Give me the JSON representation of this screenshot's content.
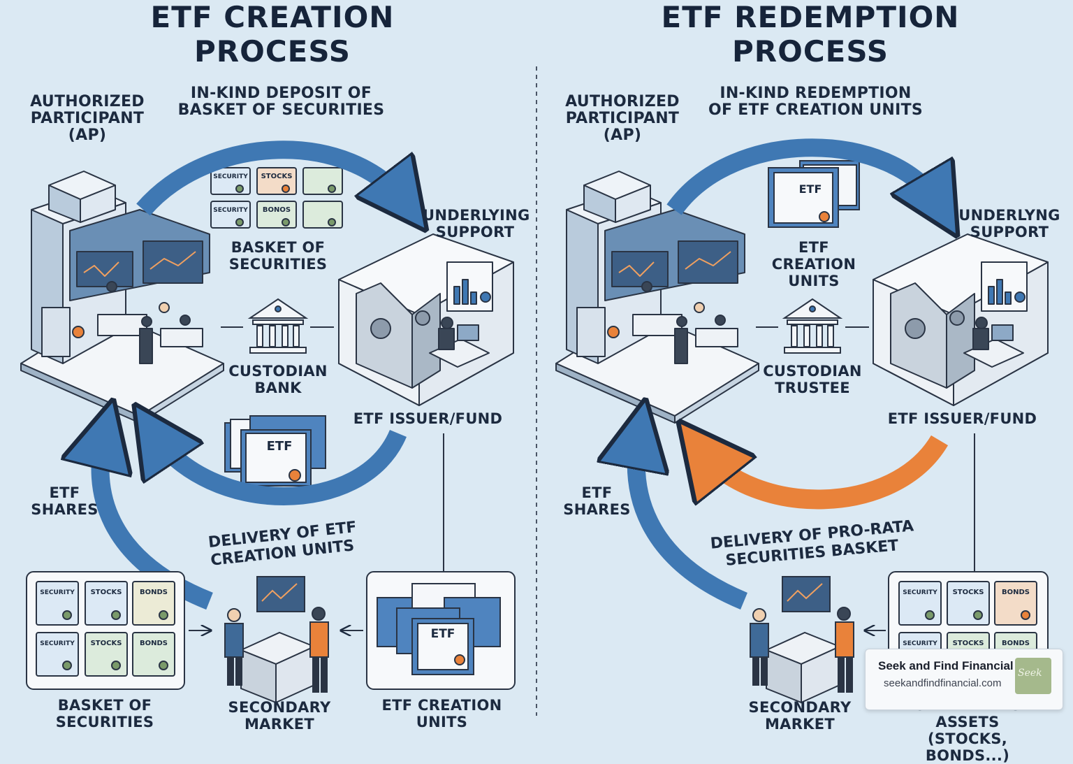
{
  "creation": {
    "title": "ETF CREATION PROCESS",
    "ap": [
      "AUTHORIZED",
      "PARTICIPANT",
      "(AP)"
    ],
    "deposit": [
      "IN-KIND DEPOSIT OF",
      "BASKET OF SECURITIES"
    ],
    "basket": [
      "BASKET OF",
      "SECURITIES"
    ],
    "underlying": [
      "UNDERLYING",
      "SUPPORT"
    ],
    "custodian": [
      "CUSTODIAN",
      "BANK"
    ],
    "issuer": "ETF ISSUER/FUND",
    "shares": [
      "ETF",
      "SHARES"
    ],
    "delivery": [
      "DELIVERY OF ETF",
      "CREATION UNITS"
    ],
    "bottom_basket": [
      "BASKET OF",
      "SECURITIES"
    ],
    "secondary": "SECONDARY MARKET",
    "bottom_units": [
      "ETF CREATION",
      "UNITS"
    ],
    "certs_top": [
      "SECURITY",
      "STOCKS",
      "SECURITY",
      "BONOS"
    ],
    "certs_bottom": [
      "SECURITY",
      "STOCKS",
      "BONDS",
      "SECURITY",
      "STOCKS",
      "BONDS"
    ],
    "etf_cert": "ETF"
  },
  "redemption": {
    "title": "ETF REDEMPTION PROCESS",
    "ap": [
      "AUTHORIZED",
      "PARTICIPANT",
      "(AP)"
    ],
    "redeem": [
      "IN-KIND REDEMPTION",
      "OF ETF CREATION UNITS"
    ],
    "units": [
      "ETF CREATION",
      "UNITS"
    ],
    "underlying": [
      "UNDERLYNG",
      "SUPPORT"
    ],
    "custodian": [
      "CUSTODIAN",
      "TRUSTEE"
    ],
    "issuer": "ETF ISSUER/FUND",
    "shares": [
      "ETF",
      "SHARES"
    ],
    "delivery": [
      "DELIVERY OF PRO-RATA",
      "SECURITIES BASKET"
    ],
    "secondary": "SECONDARY MARKET",
    "bottom_assets": [
      "UNDERLYING ASSETS",
      "(STOCKS, BONDS...)"
    ],
    "certs_bottom": [
      "SECURITY",
      "STOCKS",
      "BONDS",
      "SECURITY",
      "STOCKS",
      "BONDS"
    ],
    "etf_cert": "ETF"
  },
  "footer": {
    "name": "Seek and Find Financial",
    "url": "seekandfindfinancial.com",
    "logo_text": "Seek"
  },
  "colors": {
    "blue_arrow": "#3f78b3",
    "orange_arrow": "#e9823a",
    "background": "#dbe9f3",
    "text": "#1c2a3f"
  }
}
